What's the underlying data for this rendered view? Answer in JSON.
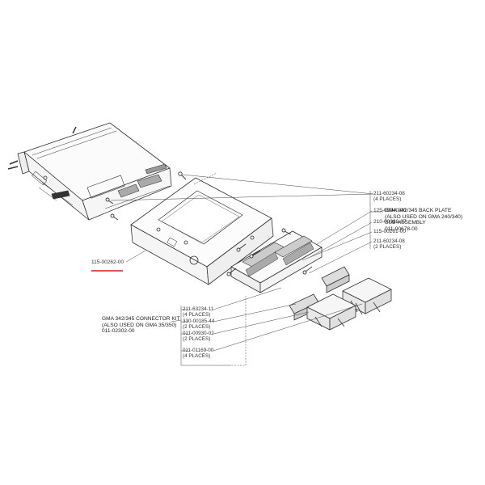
{
  "diagram": {
    "highlight_color": "#d0211c",
    "line_color": "#333333",
    "callouts": [
      {
        "part": "211-60234-08",
        "qty": "(4 PLACES)"
      },
      {
        "part": "125-00040-00",
        "qty": ""
      },
      {
        "part": "210-00036-07",
        "qty": ""
      },
      {
        "part": "115-00261-00",
        "qty": ""
      },
      {
        "part": "211-60234-08",
        "qty": "(2 PLACES)"
      },
      {
        "part": "211-63234-11",
        "qty": "(4 PLACES)"
      },
      {
        "part": "330-00185-44",
        "qty": "(2 PLACES)"
      },
      {
        "part": "011-00930-02",
        "qty": "(2 PLACES)"
      },
      {
        "part": "011-01169-00",
        "qty": "(4 PLACES)"
      }
    ],
    "frame_part": "115-00262-00",
    "back_plate": {
      "line1": "GMA 342/345 BACK PLATE",
      "line2": "(ALSO USED ON GMA 240/340)",
      "line3": "SUB-ASSEMBLY",
      "line4": "011-00678-00"
    },
    "connector_kit": {
      "line1": "GMA 342/345 CONNECTOR KIT",
      "line2": "(ALSO USED ON GMA 35/350)",
      "line3": "011-02302-00"
    }
  }
}
